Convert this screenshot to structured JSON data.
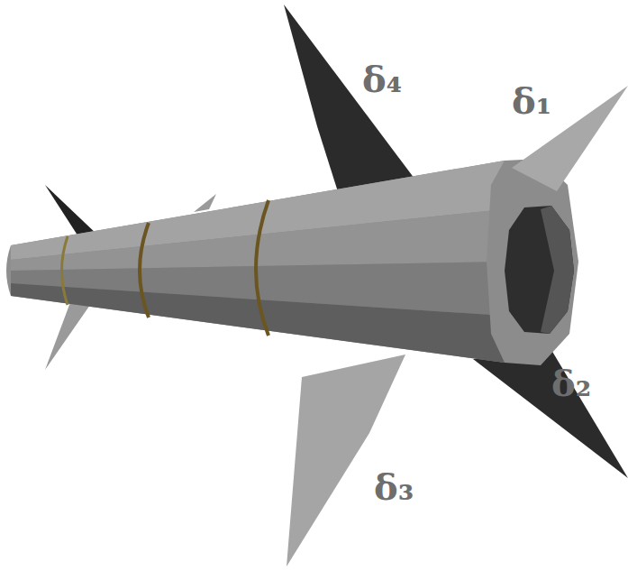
{
  "diagram": {
    "labels": [
      "δ₄",
      "δ₁",
      "δ₂",
      "δ₃"
    ]
  }
}
